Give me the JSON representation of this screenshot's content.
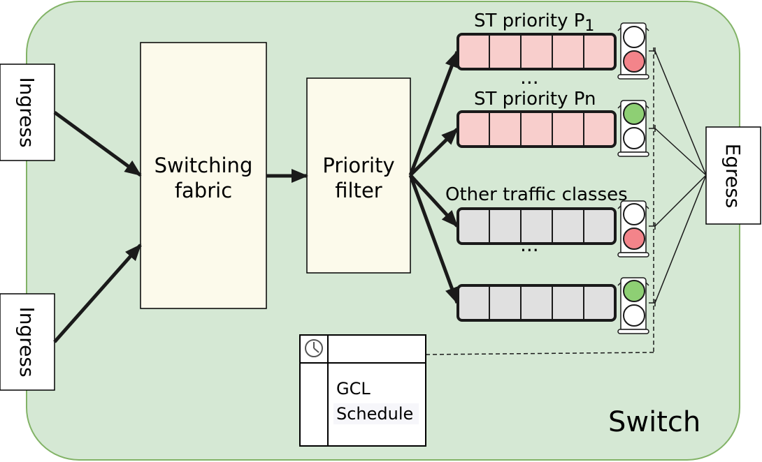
{
  "switch": {
    "label": "Switch"
  },
  "ingress": {
    "top_label": "Ingress",
    "bottom_label": "Ingress"
  },
  "egress": {
    "label": "Egress"
  },
  "switching_fabric": {
    "line1": "Switching",
    "line2": "fabric"
  },
  "priority_filter": {
    "line1": "Priority",
    "line2": "filter"
  },
  "queues": {
    "st_p1_label_main": "ST priority P",
    "st_p1_label_sub": "1",
    "st_pn_label": "ST priority Pn",
    "other_label": "Other traffic classes",
    "ellipsis_1": "...",
    "ellipsis_2": "..."
  },
  "gcl": {
    "line1": "GCL",
    "line2": "Schedule"
  },
  "colors": {
    "switch_fill": "#d5e8d4",
    "switch_stroke": "#82b366",
    "box_fill": "#fcfaeb",
    "st_queue_fill": "#f8cecc",
    "other_queue_fill": "#e0e0e0",
    "light_red": "#f3848a",
    "light_green": "#8ecf74"
  }
}
